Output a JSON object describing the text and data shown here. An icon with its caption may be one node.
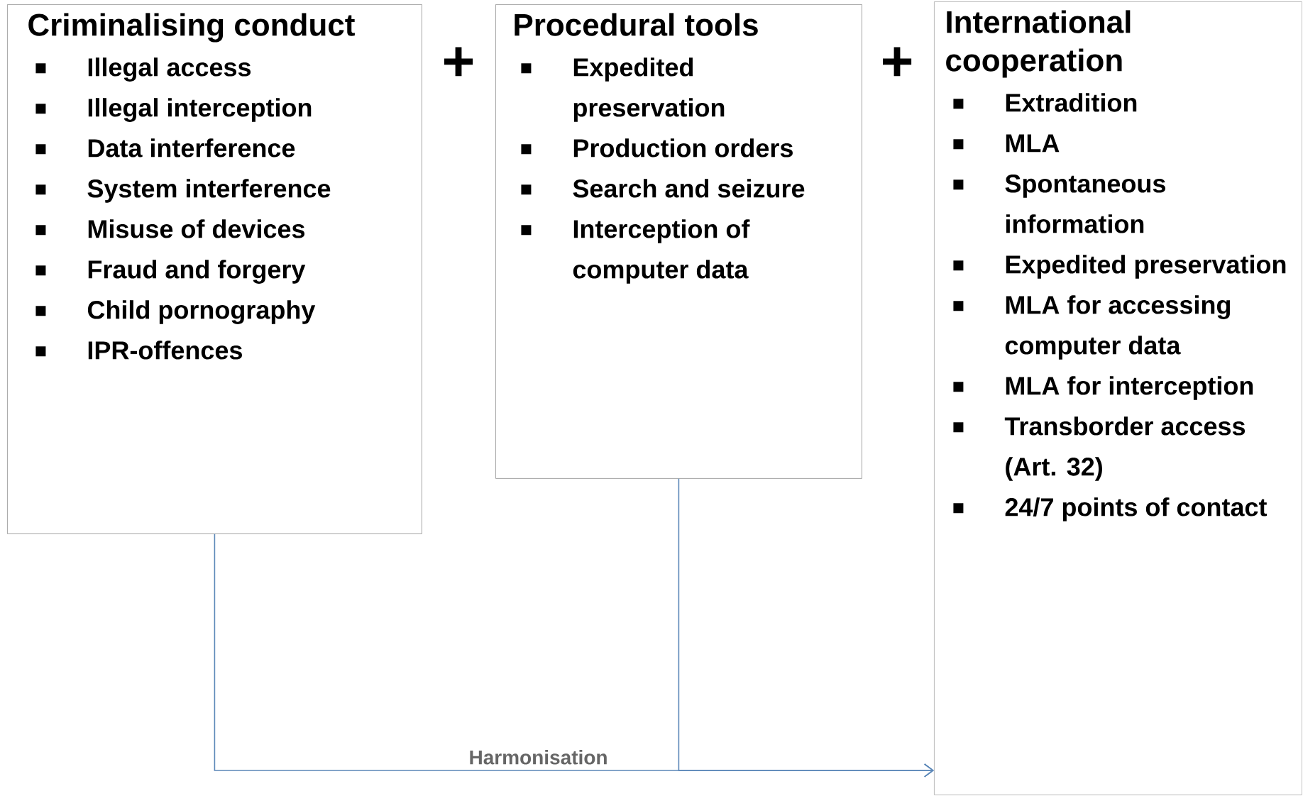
{
  "diagram": {
    "nodes": [
      {
        "text": [
          "Criminalising conduct",
          "Illegal access",
          "Illegal interception",
          "Data interference",
          "System interference",
          "Misuse of devices",
          "Fraud and forgery",
          "Child pornography",
          "IPR-offences"
        ]
      },
      {
        "text": [
          "Procedural tools",
          "Expedited preservation",
          "Production orders",
          "Search and seizure",
          "Interception of computer data"
        ]
      },
      {
        "text": [
          "International cooperation",
          "Extradition",
          "MLA",
          "Spontaneous information",
          "Expedited preservation",
          "MLA for accessing computer data",
          "MLA for interception",
          "Transborder access (Art. 32)",
          "24/7 points of contact"
        ]
      }
    ],
    "edges": [
      {
        "from": 0,
        "to": 2,
        "arrow": "to",
        "label": "Harmonisation",
        "color": "#5b87b8"
      },
      {
        "from": 1,
        "to": 2,
        "arrow": "to",
        "color": "#5b87b8"
      }
    ],
    "labels": [
      "+",
      "+"
    ]
  }
}
